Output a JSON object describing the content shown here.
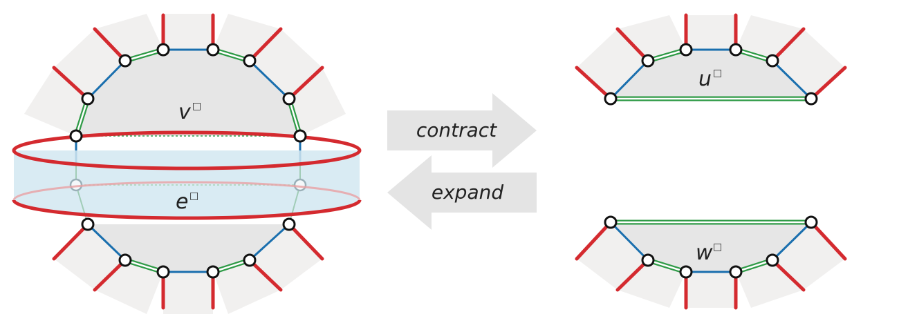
{
  "labels": {
    "v": "v",
    "e": "e",
    "u": "u",
    "w": "w",
    "box_marker": "□"
  },
  "arrows": {
    "contract": "contract",
    "expand": "expand"
  },
  "colors": {
    "red_edge": "#d42a2f",
    "blue_edge": "#1a6fae",
    "green_edge": "#2e9a46",
    "face_fill": "#e6e6e6",
    "outer_fill": "#f1f0ef",
    "tube_fill": "#d2e7f1",
    "arrow_fill": "#e4e4e4",
    "vertex_fill": "#ffffff",
    "vertex_stroke": "#111111"
  }
}
